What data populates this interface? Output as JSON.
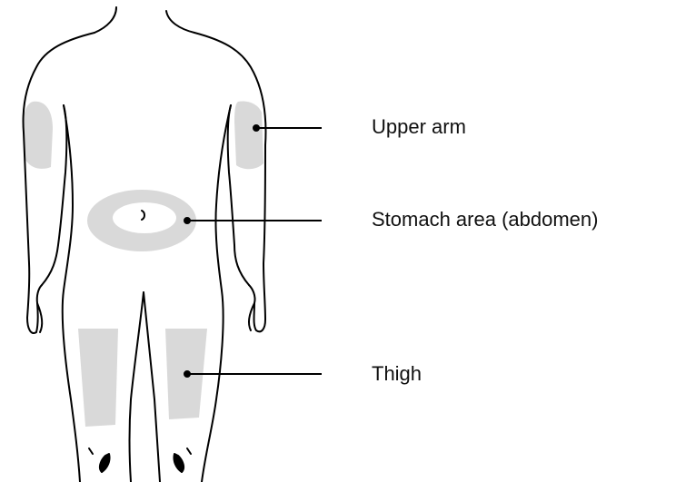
{
  "labels": {
    "upper_arm": "Upper arm",
    "stomach": "Stomach area (abdomen)",
    "thigh": "Thigh"
  },
  "colors": {
    "outline": "#000000",
    "injection_site_fill": "#d9d9d9",
    "background": "#ffffff"
  }
}
